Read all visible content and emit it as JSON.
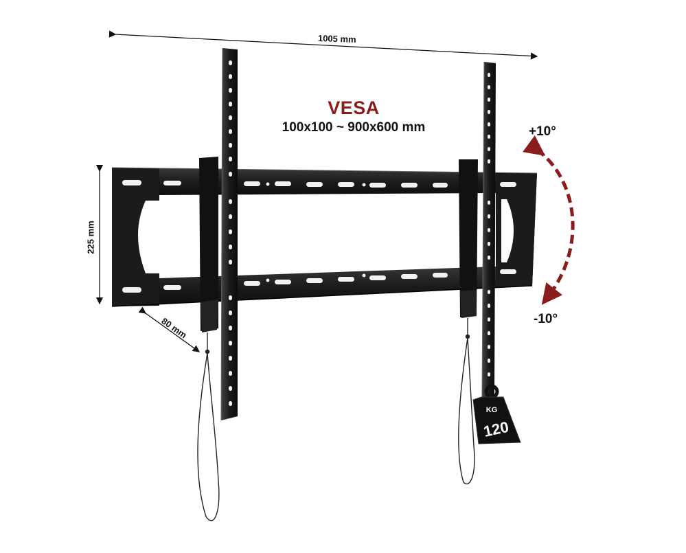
{
  "vesa": {
    "title": "VESA",
    "range": "100x100 ~ 900x600 mm"
  },
  "dimensions": {
    "width": "1005 mm",
    "height": "225 mm",
    "depth": "80 mm"
  },
  "tilt": {
    "up": "+10°",
    "down": "-10°"
  },
  "load": {
    "unit": "KG",
    "max": "120"
  },
  "colors": {
    "accent": "#8b1c1c",
    "metal": "#1b1b1b",
    "metal_highlight": "#555555",
    "text": "#111111"
  }
}
